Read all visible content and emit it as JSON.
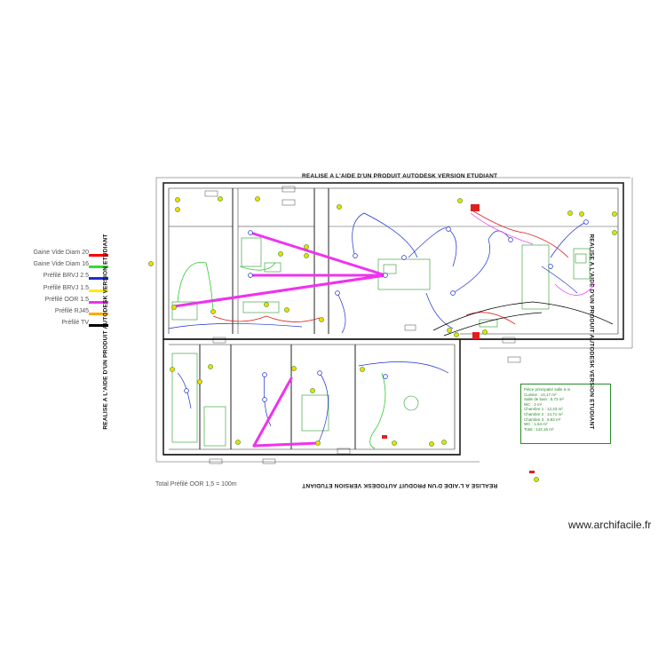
{
  "legend": [
    {
      "label": "Gaine Vide Diam 20",
      "color": "#ff0000"
    },
    {
      "label": "Gaine Vide Diam 16",
      "color": "#33dd33"
    },
    {
      "label": "Préfilé BRVJ 2.5",
      "color": "#1a2fd0"
    },
    {
      "label": "Préfilé BRVJ 1.5",
      "color": "#ffee00"
    },
    {
      "label": "Préfilé OOR 1.5",
      "color": "#ee33ee"
    },
    {
      "label": "Préfilé RJ45",
      "color": "#ffaa00"
    },
    {
      "label": "Préfilé TV",
      "color": "#000000"
    }
  ],
  "plan": {
    "top_banner": "REALISE A L'AIDE D'UN PRODUIT AUTODESK VERSION ETUDIANT",
    "bottom_banner": "REALISE A L'AIDE D'UN PRODUIT AUTODESK VERSION ETUDIANT",
    "left_banner": "REALISE A L'AIDE D'UN PRODUIT AUTODESK VERSION ETUDIANT",
    "right_banner": "REALISE A L'AIDE D'UN PRODUIT AUTODESK VERSION ETUDIANT",
    "total_note": "Total Préfilé OOR 1,5 = 100m",
    "info_box": [
      "Pièce principale/ salle à m",
      "Cuisine : 14,17 m²",
      "Salle de bain : 5,73 m²",
      "WC : 2 m²",
      "Chambre 1 : 12,43 m²",
      "Chambre 2 : 14,71 m²",
      "Chambre 3 : 9,83 m²",
      "WC : 1,64 m²",
      "Total : 142,16 m²"
    ]
  },
  "watermark": "www.archifacile.fr",
  "colors": {
    "wall": "#222222",
    "green": "#2a9a2a",
    "blue": "#1a2fd0",
    "magenta": "#ee33ee",
    "red": "#e02020",
    "yellow": "#f5d800"
  }
}
